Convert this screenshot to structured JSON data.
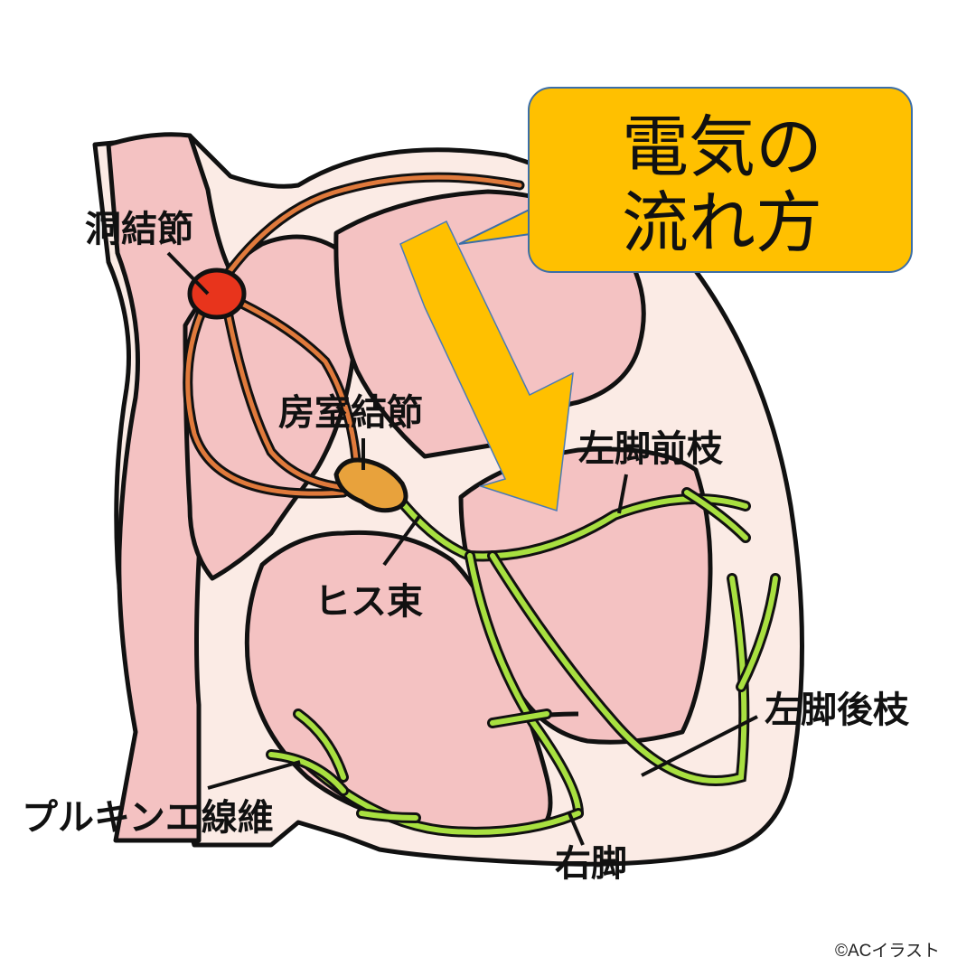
{
  "callout": {
    "line1": "電気の",
    "line2": "流れ方"
  },
  "labels": {
    "sinoatrial_node": "洞結節",
    "av_node": "房室結節",
    "his_bundle": "ヒス束",
    "left_anterior_branch": "左脚前枝",
    "left_posterior_branch": "左脚後枝",
    "purkinje_fibers": "プルキンエ線維",
    "right_bundle": "右脚"
  },
  "copyright": "©ACイラスト",
  "colors": {
    "outer_tissue": "#FBEBE5",
    "chamber": "#F4C2C2",
    "sa_node": "#E8341C",
    "av_node": "#E8A23C",
    "atrial_pathway": "#E07A3C",
    "conduction_fibers": "#A8E040",
    "callout": "#FFC000",
    "arrow": "#FFC000",
    "outline": "#111111"
  }
}
